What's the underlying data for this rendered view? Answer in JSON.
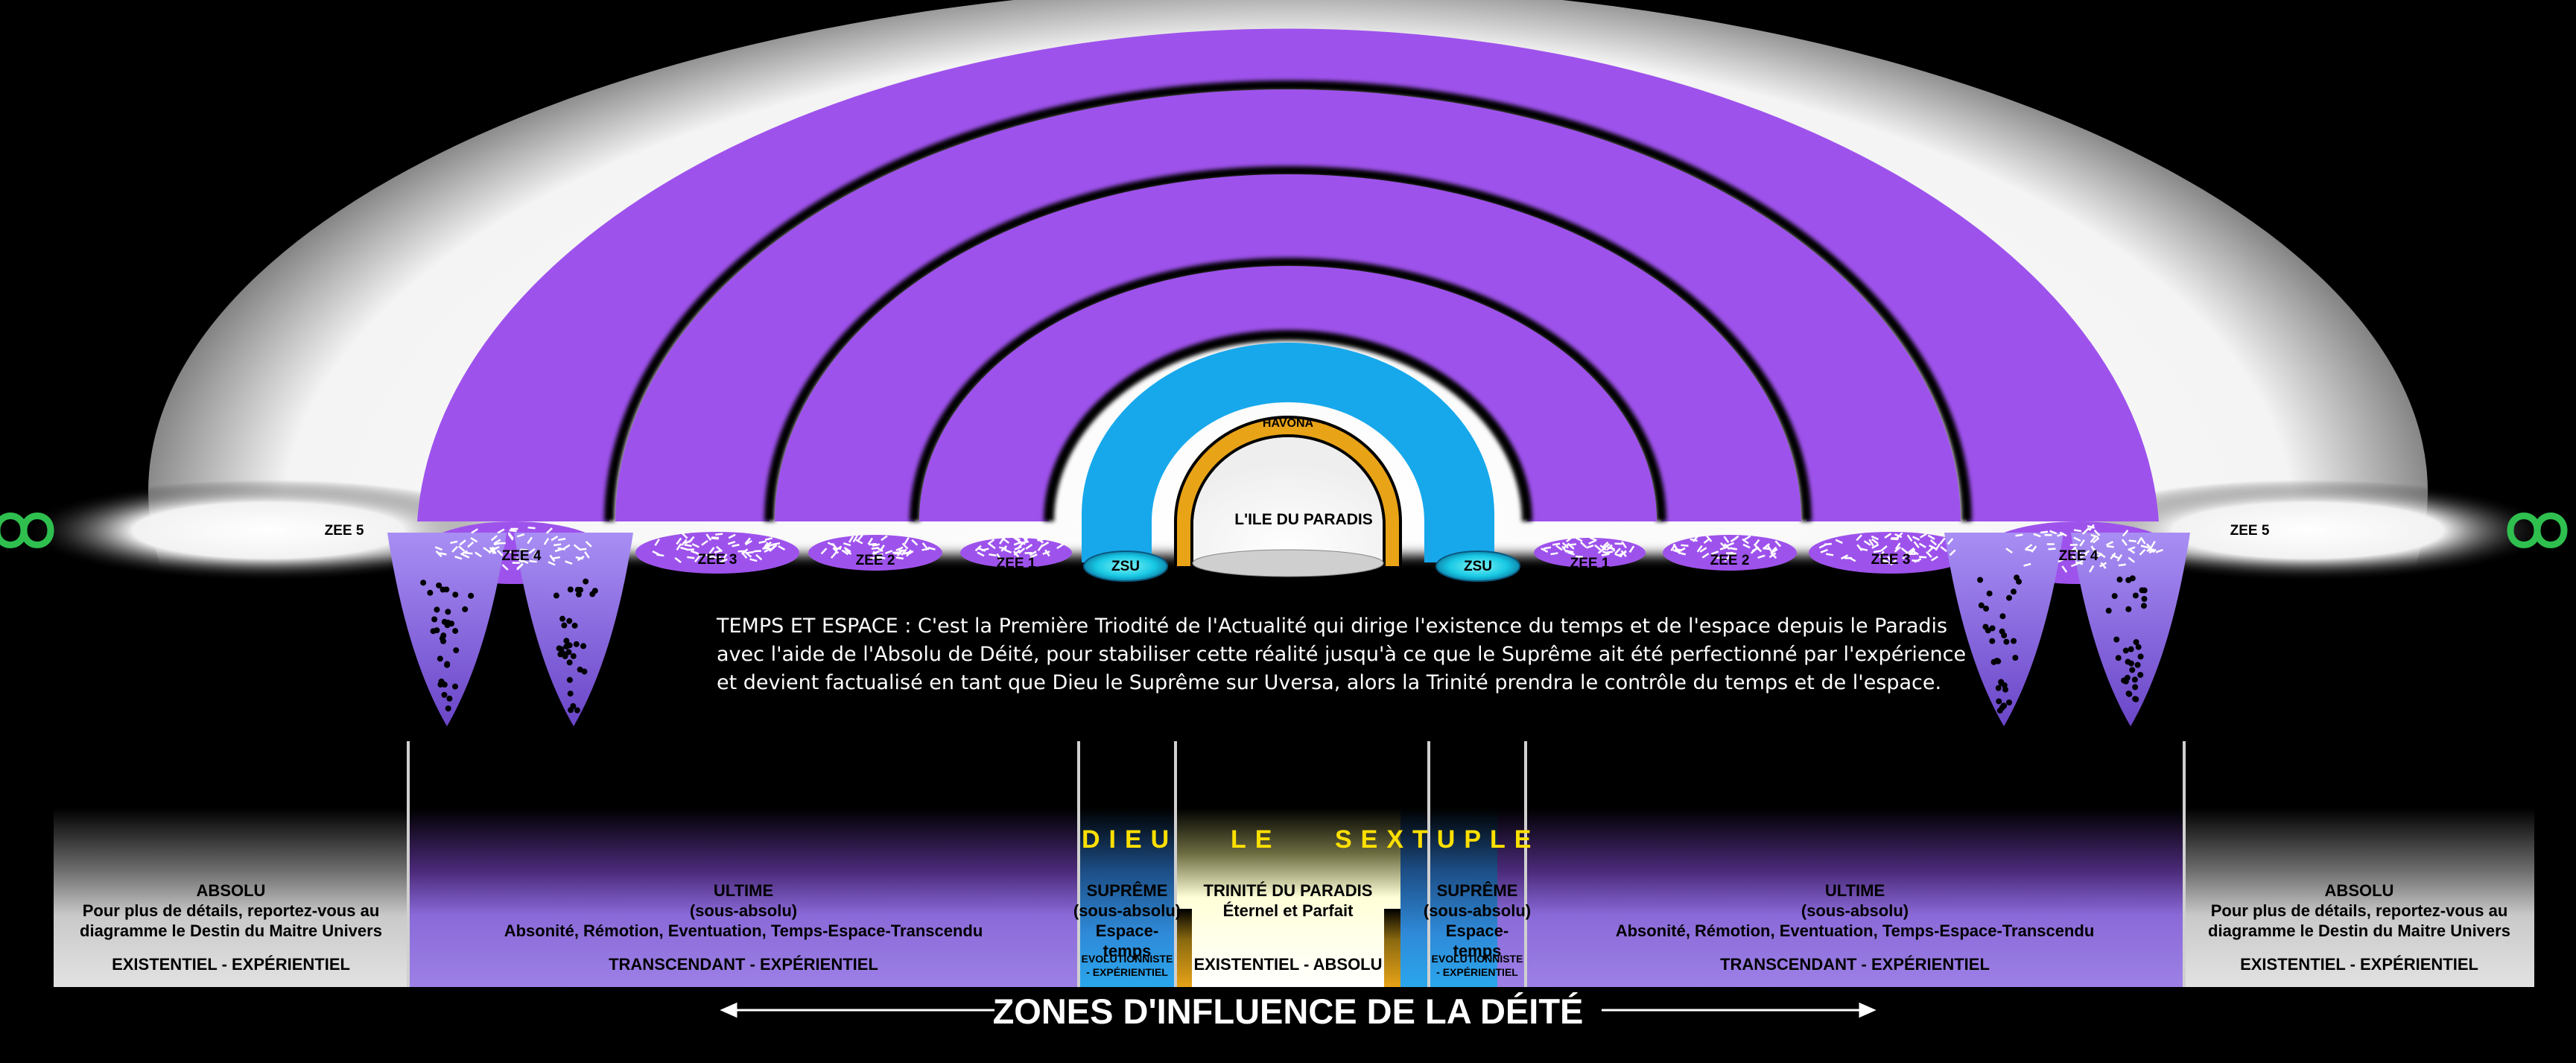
{
  "arcs": {
    "havona": "HAVONA",
    "ile": "L'ILE DU PARADIS",
    "zsu": "ZSU",
    "zee1": "ZEE 1",
    "zee2": "ZEE 2",
    "zee3": "ZEE 3",
    "zee4": "ZEE 4",
    "zee5": "ZEE 5"
  },
  "note": {
    "line1": "TEMPS ET ESPACE : C'est la Première Triodité de l'Actualité qui dirige l'existence du temps et de l'espace depuis le Paradis",
    "line2": "avec l'aide de l'Absolu de Déité, pour stabiliser cette réalité jusqu'à ce que le Suprême ait été perfectionné par l'expérience",
    "line3": "et devient factualisé en tant que Dieu le Suprême sur Uversa, alors la Trinité prendra le contrôle du temps et de l'espace."
  },
  "dieu_le_sextuple": {
    "w1": "DIEU",
    "w2": "LE",
    "w3": "SEXTUPLE"
  },
  "columns": {
    "absolu": {
      "title": "ABSOLU",
      "line1": "Pour plus de détails, reportez-vous au",
      "line2": "diagramme le Destin du Maitre Univers",
      "footer": "EXISTENTIEL - EXPÉRIENTIEL"
    },
    "ultime": {
      "title": "ULTIME",
      "line1": "(sous-absolu)",
      "line2": "Absonité, Rémotion, Eventuation, Temps-Espace-Transcendu",
      "footer": "TRANSCENDANT - EXPÉRIENTIEL"
    },
    "supreme": {
      "title": "SUPRÊME",
      "line1": "(sous-absolu)",
      "line2": "Espace-temps",
      "footer1": "EVOLUTIONNISTE",
      "footer2": "- EXPÉRIENTIEL"
    },
    "trinite": {
      "title": "TRINITÉ DU PARADIS",
      "line1": "Éternel et Parfait",
      "footer": "EXISTENTIEL - ABSOLU"
    }
  },
  "footer": {
    "title": "ZONES D'INFLUENCE DE LA DÉITÉ"
  },
  "colors": {
    "background": "#000000",
    "purple": "#9e52ec",
    "havona_blue": "#17a8ec",
    "gold": "#e8a317",
    "infinity_green": "#2fbf4f",
    "sextuple_yellow": "#ffe000"
  },
  "icons": {
    "left": "infinity-icon",
    "right": "infinity-icon"
  }
}
